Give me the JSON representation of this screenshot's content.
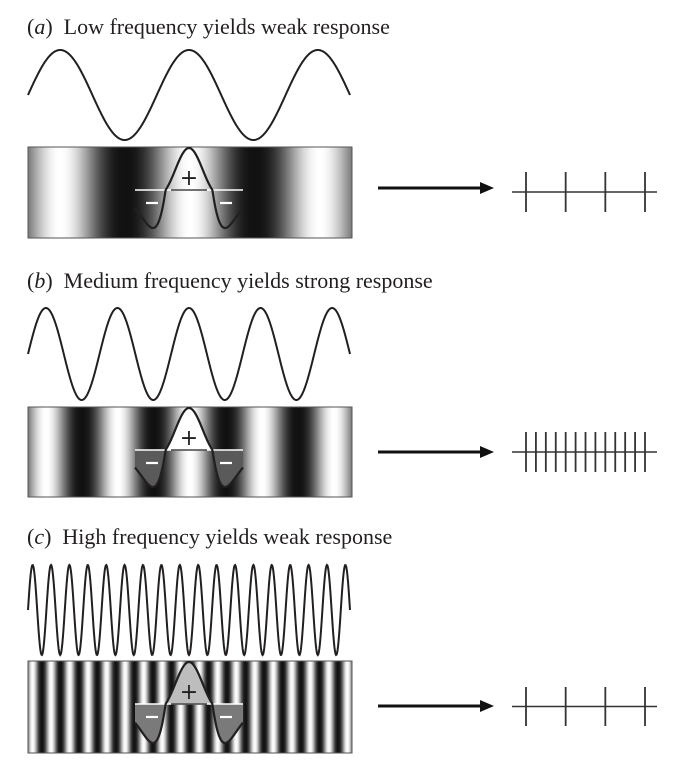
{
  "panels": [
    {
      "id": "a",
      "letter": "a",
      "title": "Low frequency yields weak response",
      "stimulus_frequency": "low",
      "wave_peaks": 3,
      "grating_cycles": 2.5,
      "response": "weak",
      "spike_count": 4,
      "rf_center_sign": "+",
      "rf_surround_sign": "–",
      "rf_center_fill": "none",
      "rf_surround_fill": "none"
    },
    {
      "id": "b",
      "letter": "b",
      "title": "Medium frequency yields strong response",
      "stimulus_frequency": "medium",
      "wave_peaks": 5,
      "grating_cycles": 4.5,
      "response": "strong",
      "spike_count": 13,
      "rf_center_sign": "+",
      "rf_surround_sign": "–",
      "rf_center_fill": "#ffffff",
      "rf_surround_fill": "#5a5a5a"
    },
    {
      "id": "c",
      "letter": "c",
      "title": "High frequency yields weak response",
      "stimulus_frequency": "high",
      "wave_peaks": 18,
      "grating_cycles": 17.5,
      "response": "weak",
      "spike_count": 4,
      "rf_center_sign": "+",
      "rf_surround_sign": "–",
      "rf_center_fill": "#bdbdbd",
      "rf_surround_fill": "#7a7a7a"
    }
  ],
  "colors": {
    "ink": "#231f20",
    "grating_dark": "#111111",
    "grating_light": "#ffffff"
  }
}
